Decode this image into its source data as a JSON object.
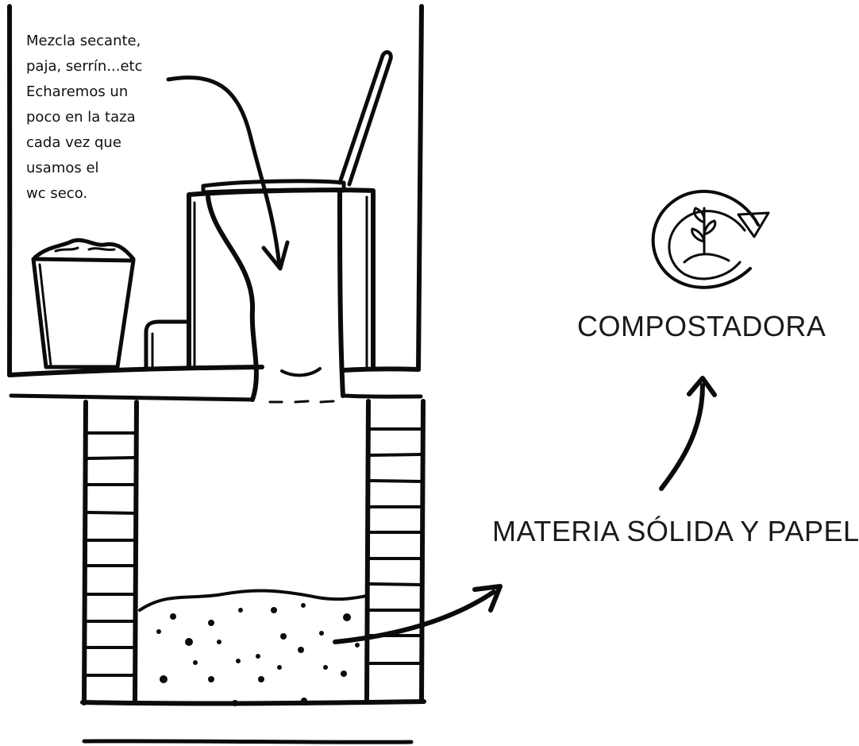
{
  "note": {
    "lines": [
      "Mezcla secante,",
      "paja, serrín...etc",
      "Echaremos un",
      "poco en la taza",
      "cada vez que",
      "usamos el",
      "wc seco."
    ]
  },
  "labels": {
    "compost": "COMPOSTADORA",
    "solids": "MATERIA SÓLIDA Y PAPEL"
  },
  "icons": {
    "compost_icon": "compost-recycle-icon"
  },
  "colors": {
    "ink": "#0b0b0b",
    "background": "#ffffff"
  }
}
